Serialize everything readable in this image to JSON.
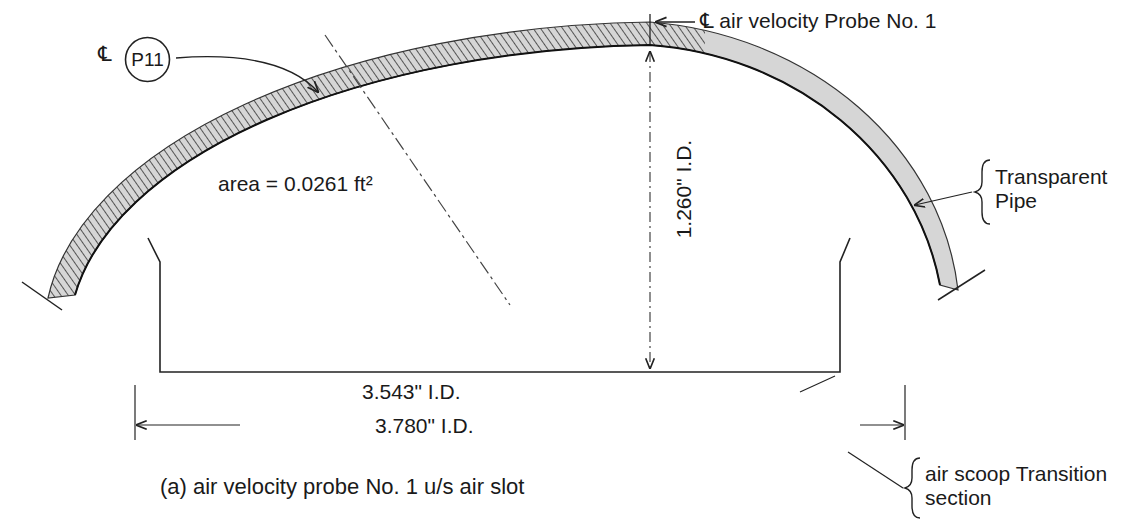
{
  "diagram": {
    "caption": "(a) air velocity probe No. 1 u/s air slot",
    "nodes": [
      {
        "text": [
          "P11"
        ]
      }
    ],
    "labels": [
      "℄ air velocity Probe No. 1",
      "℄",
      "1.260\" I.D.",
      "area = 0.0261 ft²",
      "3.543\" I.D.",
      "3.780\" I.D.",
      "Transparent Pipe",
      "air scoop Transition section"
    ]
  }
}
